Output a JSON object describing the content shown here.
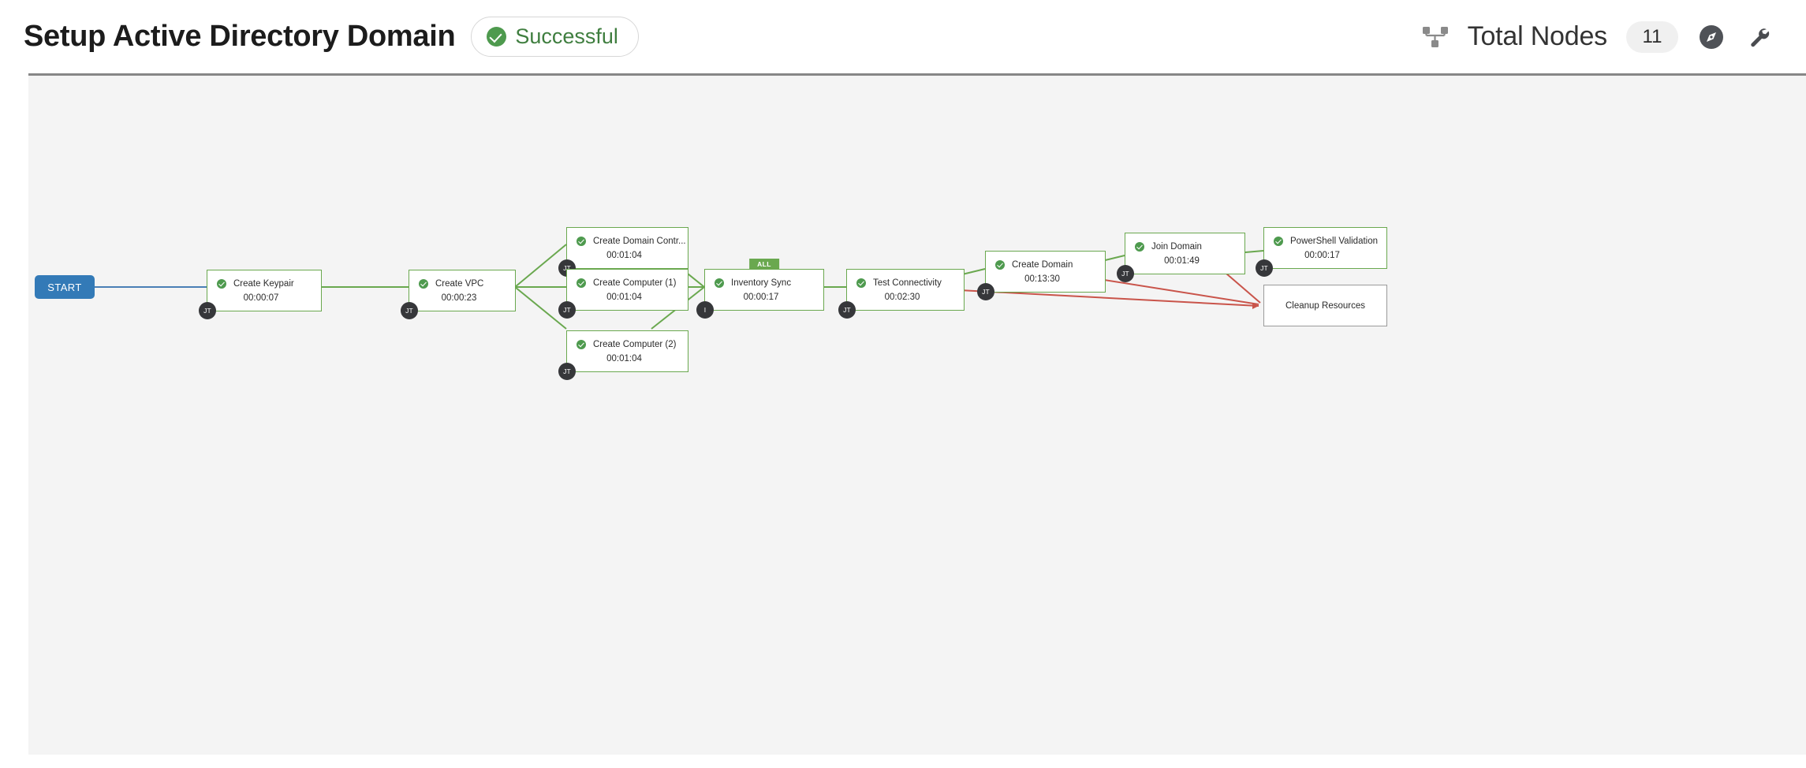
{
  "header": {
    "title": "Setup Active Directory Domain",
    "status": {
      "label": "Successful",
      "icon": "check-circle-icon",
      "color": "#3f7e3f"
    },
    "total_nodes_label": "Total Nodes",
    "total_nodes_count": "11",
    "icons": {
      "nodes": "node-hierarchy-icon",
      "compass": "compass-icon",
      "wrench": "wrench-icon"
    }
  },
  "canvas": {
    "background": "#f4f4f4",
    "start_label": "START",
    "edge_colors": {
      "success": "#6aa84f",
      "failure": "#c9544a",
      "start": "#4a7fb5"
    }
  },
  "nodes": [
    {
      "id": "create_keypair",
      "title": "Create Keypair",
      "time": "00:00:07",
      "badge": "JT",
      "status": "success"
    },
    {
      "id": "create_vpc",
      "title": "Create VPC",
      "time": "00:00:23",
      "badge": "JT",
      "status": "success"
    },
    {
      "id": "create_dc",
      "title": "Create Domain Contr...",
      "time": "00:01:04",
      "badge": "JT",
      "status": "success"
    },
    {
      "id": "create_comp_1",
      "title": "Create Computer (1)",
      "time": "00:01:04",
      "badge": "JT",
      "status": "success"
    },
    {
      "id": "create_comp_2",
      "title": "Create Computer (2)",
      "time": "00:01:04",
      "badge": "JT",
      "status": "success"
    },
    {
      "id": "inventory_sync",
      "title": "Inventory Sync",
      "time": "00:00:17",
      "badge": "I",
      "status": "success",
      "tag": "ALL"
    },
    {
      "id": "test_conn",
      "title": "Test Connectivity",
      "time": "00:02:30",
      "badge": "JT",
      "status": "success"
    },
    {
      "id": "create_domain",
      "title": "Create Domain",
      "time": "00:13:30",
      "badge": "JT",
      "status": "success"
    },
    {
      "id": "join_domain",
      "title": "Join Domain",
      "time": "00:01:49",
      "badge": "JT",
      "status": "success"
    },
    {
      "id": "ps_validation",
      "title": "PowerShell Validation",
      "time": "00:00:17",
      "badge": "JT",
      "status": "success"
    },
    {
      "id": "cleanup",
      "title": "Cleanup Resources",
      "time": "",
      "badge": "",
      "status": "pending"
    }
  ]
}
